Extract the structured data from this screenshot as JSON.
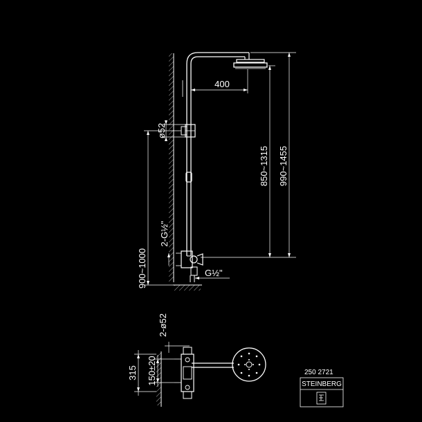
{
  "dimensions": {
    "arm_length": "400",
    "connector_diameter": "ø52",
    "upper_height_range": "850~1315",
    "total_height_range": "990~1455",
    "lower_height_range": "900~1000",
    "outlet_thread": "G½\"",
    "inlet_threads": "2-G½\"",
    "plan_diameters": "2-ø52",
    "plan_centres": "150±20",
    "plan_depth": "315"
  },
  "title_block": {
    "article_number": "250 2721",
    "brand": "STEINBERG"
  },
  "colors": {
    "background": "#000000",
    "line": "#ffffff"
  }
}
